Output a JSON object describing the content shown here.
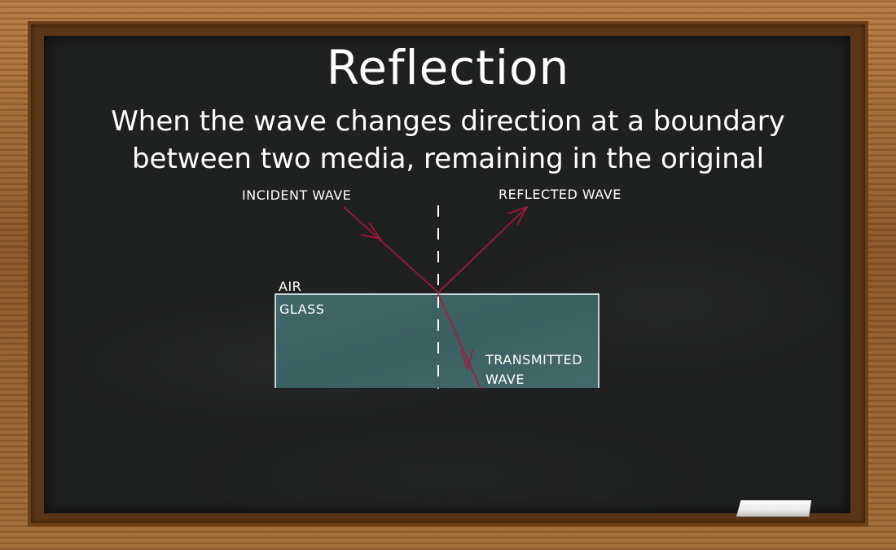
{
  "title": "Reflection",
  "subtitle": {
    "line1": "When the wave changes direction at a boundary",
    "line2": "between two media, remaining in the original"
  },
  "diagram": {
    "labels": {
      "incident": "INCIDENT WAVE",
      "reflected": "REFLECTED WAVE",
      "air": "AIR",
      "glass": "GLASS",
      "transmitted_line1": "TRANSMITTED",
      "transmitted_line2": "WAVE"
    },
    "colors": {
      "ray": "#b0153a",
      "glass": "#3d6364",
      "normal": "#ffffff",
      "board": "#1f2020",
      "frame": "#8a5528"
    }
  }
}
